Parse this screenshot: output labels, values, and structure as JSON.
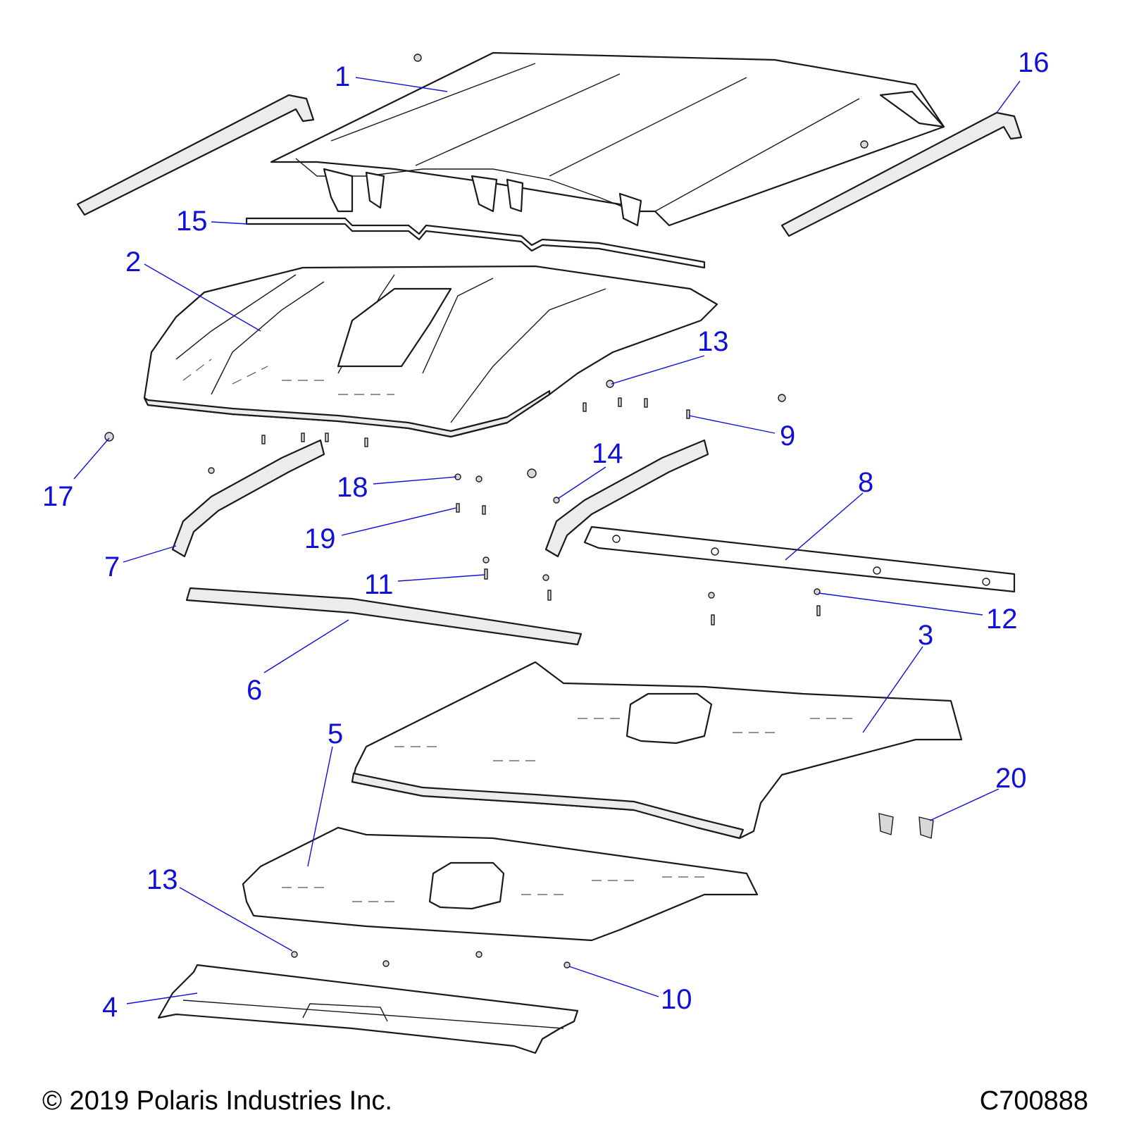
{
  "callouts": {
    "c1": "1",
    "c2": "2",
    "c3": "3",
    "c4": "4",
    "c5": "5",
    "c6": "6",
    "c7": "7",
    "c8": "8",
    "c9": "9",
    "c10": "10",
    "c11": "11",
    "c12": "12",
    "c13a": "13",
    "c13b": "13",
    "c14": "14",
    "c15": "15",
    "c16": "16",
    "c17": "17",
    "c18": "18",
    "c19": "19",
    "c20": "20"
  },
  "footer": {
    "copyright": "© 2019 Polaris Industries Inc.",
    "figure_id": "C700888"
  },
  "colors": {
    "callout": "#1010d8",
    "line": "#1a1a1a"
  }
}
